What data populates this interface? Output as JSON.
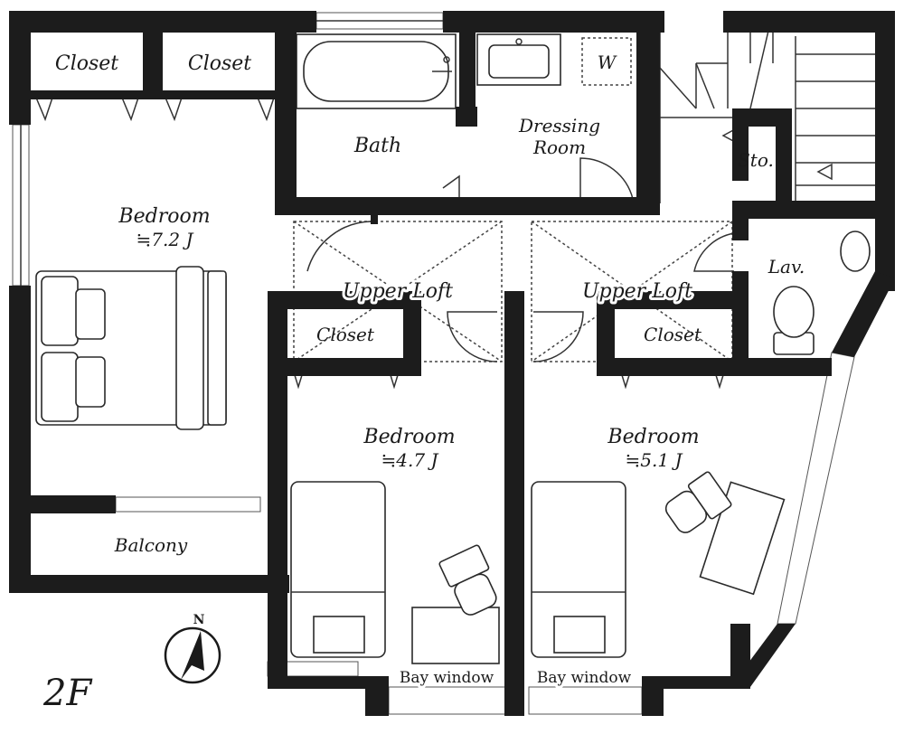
{
  "floor": {
    "label": "2F"
  },
  "compass": {
    "label": "N"
  },
  "rooms": {
    "closet_1": "Closet",
    "closet_2": "Closet",
    "bath": "Bath",
    "washer": "W",
    "dressing_room_line1": "Dressing",
    "dressing_room_line2": "Room",
    "storage": "Sto.",
    "master_bedroom": {
      "name": "Bedroom",
      "size": "≒7.2 J"
    },
    "lavatory": "Lav.",
    "upper_loft_left": "Upper Loft",
    "upper_loft_right": "Upper Loft",
    "closet_3": "Closet",
    "closet_4": "Closet",
    "bedroom_middle": {
      "name": "Bedroom",
      "size": "≒4.7 J"
    },
    "bedroom_right": {
      "name": "Bedroom",
      "size": "≒5.1 J"
    },
    "balcony": "Balcony",
    "bay_window_left": "Bay window",
    "bay_window_right": "Bay window"
  }
}
